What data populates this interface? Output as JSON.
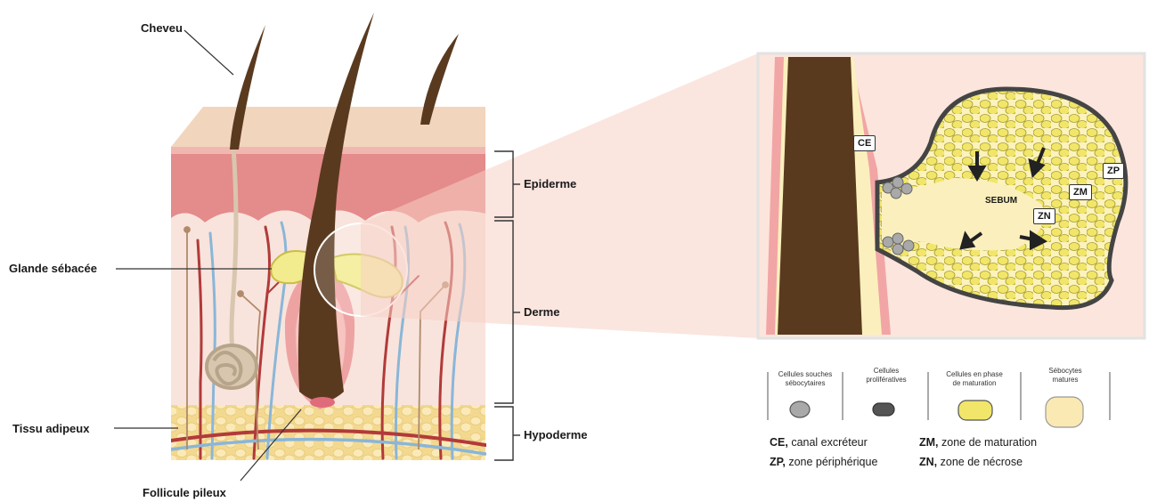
{
  "labels": {
    "cheveu": "Cheveu",
    "glande": "Glande sébacée",
    "tissu": "Tissu adipeux",
    "follicule": "Follicule pileux",
    "epiderme": "Epiderme",
    "derme": "Derme",
    "hypoderme": "Hypoderme"
  },
  "zoom": {
    "tag_ce": "CE",
    "tag_zp": "ZP",
    "tag_zm": "ZM",
    "tag_zn": "ZN",
    "sebum": "SEBUM"
  },
  "legend": {
    "items": [
      {
        "label": "Cellules souches\nsébocytaires",
        "color": "#a9a9a9"
      },
      {
        "label": "Cellules\nprolifératives",
        "color": "#555555"
      },
      {
        "label": "Cellules en phase\nde maturation",
        "color": "#f1e56a"
      },
      {
        "label": "Sébocytes\nmatures",
        "color": "#fbe9b3"
      }
    ],
    "abbreviations": [
      {
        "key": "CE,",
        "text": " canal excréteur"
      },
      {
        "key": "ZM,",
        "text": " zone de maturation"
      },
      {
        "key": "ZP,",
        "text": " zone périphérique"
      },
      {
        "key": "ZN,",
        "text": " zone de nécrose"
      }
    ]
  },
  "colors": {
    "hair": "#5a3a1f",
    "skin_top": "#f3d9c4",
    "epidermis": "#e38c8c",
    "dermis": "#f8e6de",
    "fat": "#f7e3a3",
    "gland": "#f2ec8e",
    "vein": "#8ab6d8",
    "artery": "#b23a3a"
  }
}
